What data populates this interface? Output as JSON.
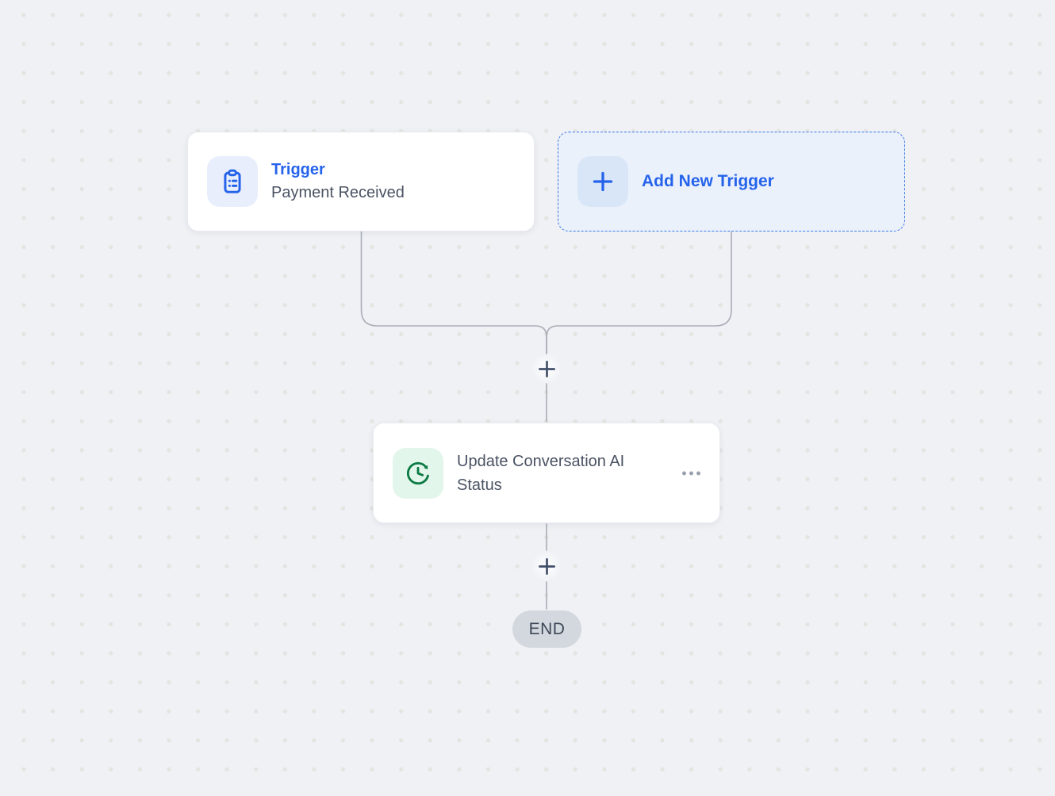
{
  "canvas": {
    "background_color": "#eff1f5",
    "dot_color": "#e4e4e1"
  },
  "trigger_node": {
    "label": "Trigger",
    "name": "Payment Received",
    "icon": "clipboard-list",
    "accent_color": "#2563eb"
  },
  "add_trigger_node": {
    "label": "Add New Trigger",
    "icon": "plus",
    "accent_color": "#2563eb"
  },
  "action_node": {
    "title": "Update Conversation AI Status",
    "icon": "clock-refresh",
    "accent_color": "#0c7a43",
    "menu_icon": "ellipsis"
  },
  "end_node": {
    "label": "END"
  },
  "connectors": {
    "line_color": "#a9adb6",
    "plus_color": "#41506a"
  }
}
